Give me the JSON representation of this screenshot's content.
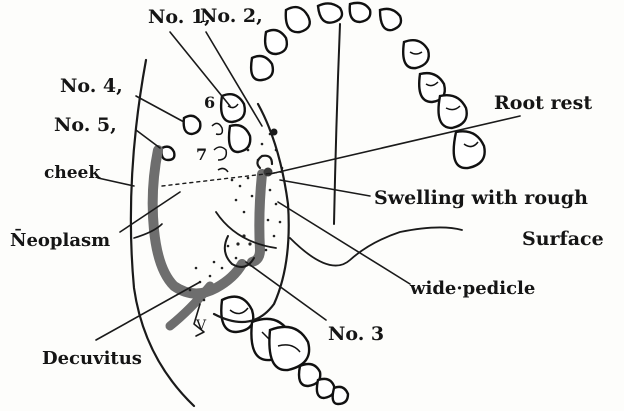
{
  "labels": {
    "no1": "No. 1,",
    "no2": "No. 2,",
    "no3": "No. 3",
    "no4": "No. 4,",
    "no5": "No. 5,",
    "six": "6",
    "seven": "7",
    "root_rest": "Root rest",
    "cheek": "cheek",
    "swelling": "Swelling with rough",
    "surface": "Surface",
    "neoplasm": "N̄eoplasm",
    "wide_pedicle": "wide·pedicle",
    "decuvitus": "Decuvitus"
  },
  "colors": {
    "ink": "#111111",
    "neoplasm_fill": "#6e6e6e",
    "paper": "#fdfdfb"
  }
}
